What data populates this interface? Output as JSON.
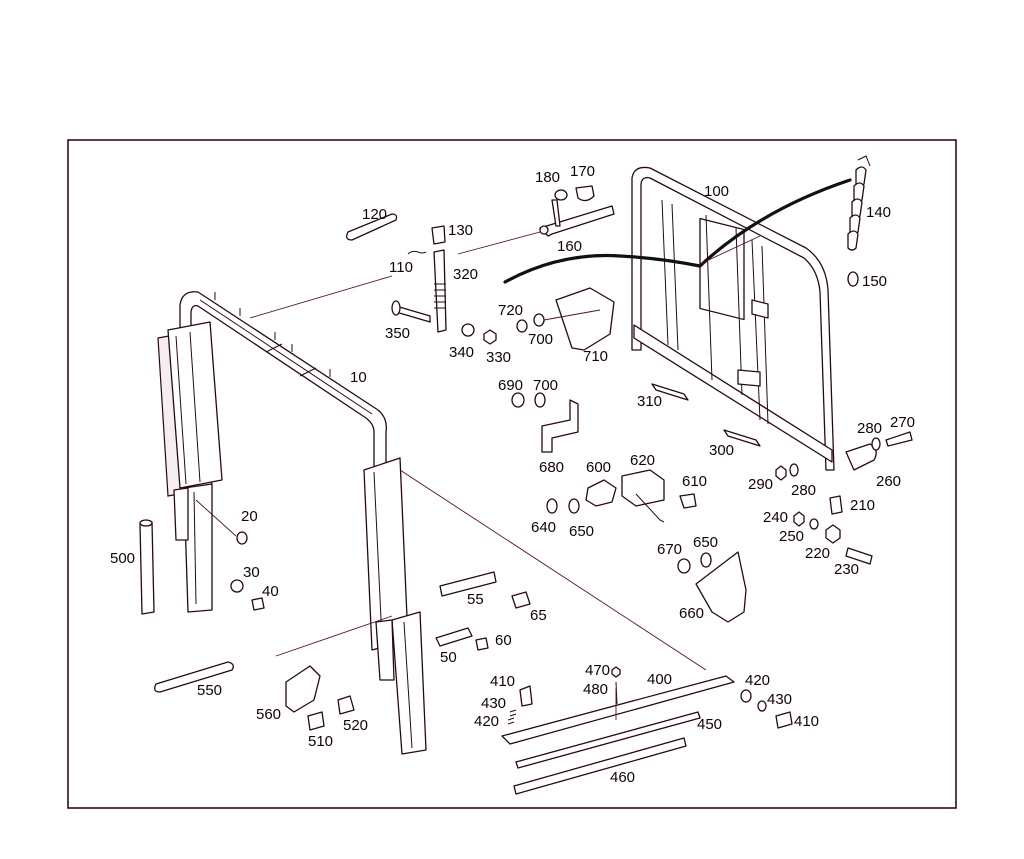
{
  "diagram": {
    "type": "exploded-parts-diagram",
    "colors": {
      "line": "#2b0810",
      "leader": "#5a0f22",
      "frame": "#3a0a14",
      "text": "#140306"
    },
    "callouts": [
      {
        "id": "c10",
        "label": "10"
      },
      {
        "id": "c20",
        "label": "20"
      },
      {
        "id": "c30",
        "label": "30"
      },
      {
        "id": "c40",
        "label": "40"
      },
      {
        "id": "c50",
        "label": "50"
      },
      {
        "id": "c55",
        "label": "55"
      },
      {
        "id": "c60",
        "label": "60"
      },
      {
        "id": "c65",
        "label": "65"
      },
      {
        "id": "c100",
        "label": "100"
      },
      {
        "id": "c110",
        "label": "110"
      },
      {
        "id": "c120",
        "label": "120"
      },
      {
        "id": "c130",
        "label": "130"
      },
      {
        "id": "c140",
        "label": "140"
      },
      {
        "id": "c150",
        "label": "150"
      },
      {
        "id": "c160",
        "label": "160"
      },
      {
        "id": "c170",
        "label": "170"
      },
      {
        "id": "c180",
        "label": "180"
      },
      {
        "id": "c210",
        "label": "210"
      },
      {
        "id": "c220",
        "label": "220"
      },
      {
        "id": "c230",
        "label": "230"
      },
      {
        "id": "c240",
        "label": "240"
      },
      {
        "id": "c250",
        "label": "250"
      },
      {
        "id": "c260",
        "label": "260"
      },
      {
        "id": "c270",
        "label": "270"
      },
      {
        "id": "c280a",
        "label": "280"
      },
      {
        "id": "c280b",
        "label": "280"
      },
      {
        "id": "c290",
        "label": "290"
      },
      {
        "id": "c300",
        "label": "300"
      },
      {
        "id": "c310",
        "label": "310"
      },
      {
        "id": "c320",
        "label": "320"
      },
      {
        "id": "c330",
        "label": "330"
      },
      {
        "id": "c340",
        "label": "340"
      },
      {
        "id": "c350",
        "label": "350"
      },
      {
        "id": "c400",
        "label": "400"
      },
      {
        "id": "c410a",
        "label": "410"
      },
      {
        "id": "c410b",
        "label": "410"
      },
      {
        "id": "c420a",
        "label": "420"
      },
      {
        "id": "c420b",
        "label": "420"
      },
      {
        "id": "c430a",
        "label": "430"
      },
      {
        "id": "c430b",
        "label": "430"
      },
      {
        "id": "c450",
        "label": "450"
      },
      {
        "id": "c460",
        "label": "460"
      },
      {
        "id": "c470",
        "label": "470"
      },
      {
        "id": "c480",
        "label": "480"
      },
      {
        "id": "c500",
        "label": "500"
      },
      {
        "id": "c510",
        "label": "510"
      },
      {
        "id": "c520",
        "label": "520"
      },
      {
        "id": "c550",
        "label": "550"
      },
      {
        "id": "c560",
        "label": "560"
      },
      {
        "id": "c600",
        "label": "600"
      },
      {
        "id": "c610",
        "label": "610"
      },
      {
        "id": "c620",
        "label": "620"
      },
      {
        "id": "c640",
        "label": "640"
      },
      {
        "id": "c650a",
        "label": "650"
      },
      {
        "id": "c650b",
        "label": "650"
      },
      {
        "id": "c660",
        "label": "660"
      },
      {
        "id": "c670",
        "label": "670"
      },
      {
        "id": "c680",
        "label": "680"
      },
      {
        "id": "c690",
        "label": "690"
      },
      {
        "id": "c700a",
        "label": "700"
      },
      {
        "id": "c700b",
        "label": "700"
      },
      {
        "id": "c710",
        "label": "710"
      },
      {
        "id": "c720",
        "label": "720"
      }
    ]
  }
}
